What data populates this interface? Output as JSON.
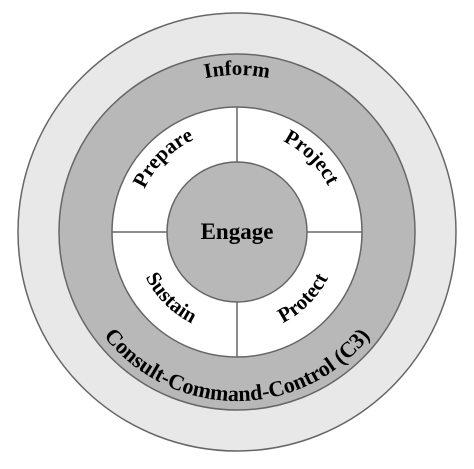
{
  "diagram": {
    "outer_ring_label": "Consult-Command-Control (C3)",
    "middle_ring_label": "Inform",
    "center_label": "Engage",
    "quadrants": {
      "top_left": "Prepare",
      "top_right": "Project",
      "bottom_left": "Sustain",
      "bottom_right": "Protect"
    }
  },
  "colors": {
    "outer_ring": "#e8e8e8",
    "middle_ring": "#b8b8b8",
    "quadrant_ring": "#ffffff",
    "center": "#b8b8b8",
    "stroke": "#666666"
  }
}
